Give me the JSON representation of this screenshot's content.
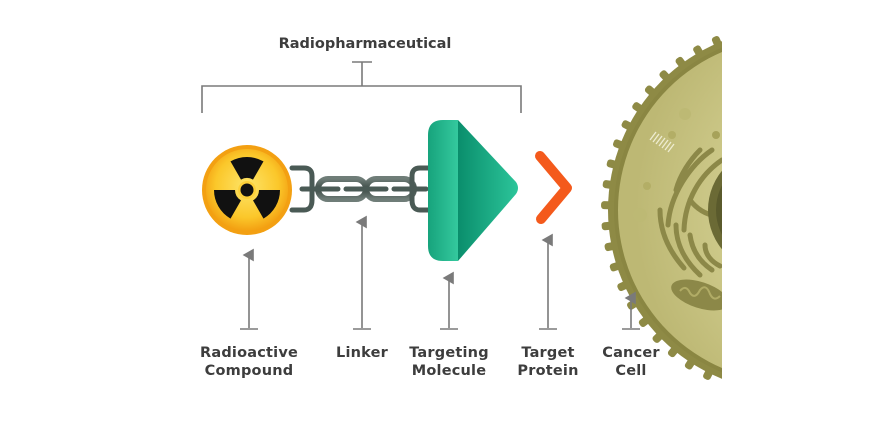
{
  "diagram": {
    "title": "Radiopharmaceutical",
    "components": [
      {
        "id": "radioactive-compound",
        "line1": "Radioactive",
        "line2": "Compound"
      },
      {
        "id": "linker",
        "line1": "Linker",
        "line2": ""
      },
      {
        "id": "targeting-molecule",
        "line1": "Targeting",
        "line2": "Molecule"
      },
      {
        "id": "target-protein",
        "line1": "Target",
        "line2": "Protein"
      },
      {
        "id": "cancer-cell",
        "line1": "Cancer",
        "line2": "Cell"
      }
    ],
    "colors": {
      "text": "#3d3d3d",
      "lines": "#7a7a7a",
      "radiation_outer": "#f7b21b",
      "radiation_inner": "#fcd03a",
      "radiation_symbol": "#111111",
      "chain": "#4a5a55",
      "targeting_light": "#2bc59a",
      "targeting_dark": "#0e9a76",
      "protein_orange": "#f4581c",
      "protein_red": "#d0143a",
      "cell_membrane": "#8e8a45",
      "cell_body": "#c9c585",
      "cell_organelle": "#8c8848",
      "cell_nucleus": "#6b6a35"
    }
  }
}
